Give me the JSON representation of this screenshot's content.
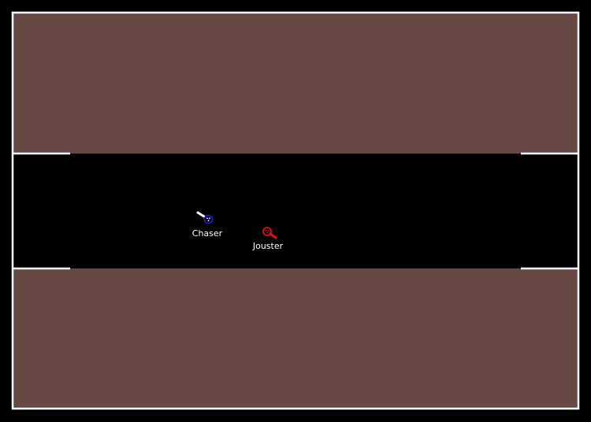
{
  "colors": {
    "background": "#000000",
    "floor": "#674845",
    "wall": "#ffffff",
    "track": "#000000",
    "chaser": "#1a1ad8",
    "chaser_stick": "#ffffff",
    "jouster": "#e01010",
    "jouster_stick": "#e01010"
  },
  "players": [
    {
      "id": "chaser",
      "name": "Chaser",
      "heading_deg": 210
    },
    {
      "id": "jouster",
      "name": "Jouster",
      "heading_deg": 40
    }
  ]
}
